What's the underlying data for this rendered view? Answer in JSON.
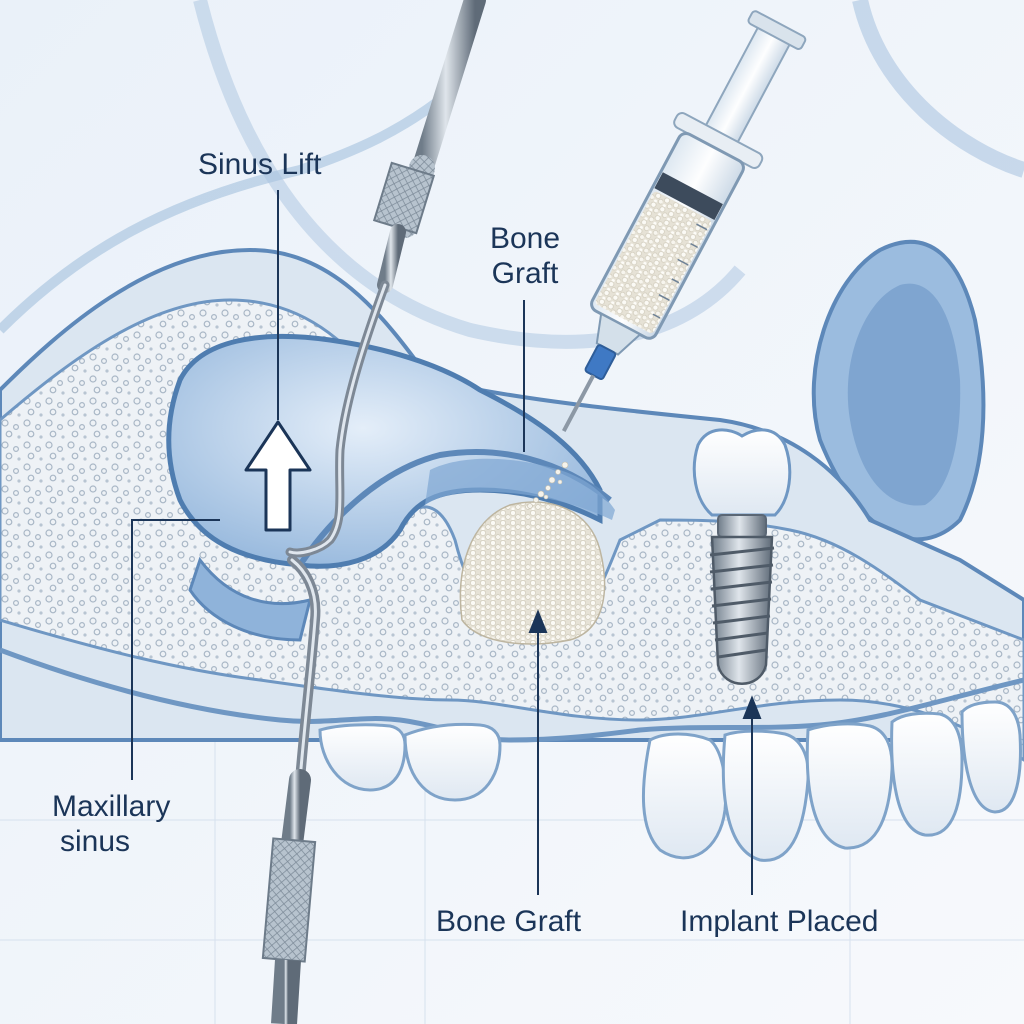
{
  "labels": {
    "sinus_lift": "Sinus Lift",
    "bone_graft_top_line1": "Bone",
    "bone_graft_top_line2": "Graft",
    "maxillary_line1": "Maxillary",
    "maxillary_line2": "sinus",
    "bone_graft_bottom": "Bone Graft",
    "implant_placed": "Implant Placed"
  },
  "colors": {
    "background": "#f3f7fc",
    "label_text": "#1b3558",
    "leader_line": "#1b3558",
    "bone_outline": "#5d88b9",
    "sinus_fill": "#b9d2ec",
    "cancellous_bone": "#e3e9ef",
    "graft_granules": "#efece4",
    "tooth_enamel": "#fbfdff",
    "implant_metal": "#8a95a1"
  }
}
